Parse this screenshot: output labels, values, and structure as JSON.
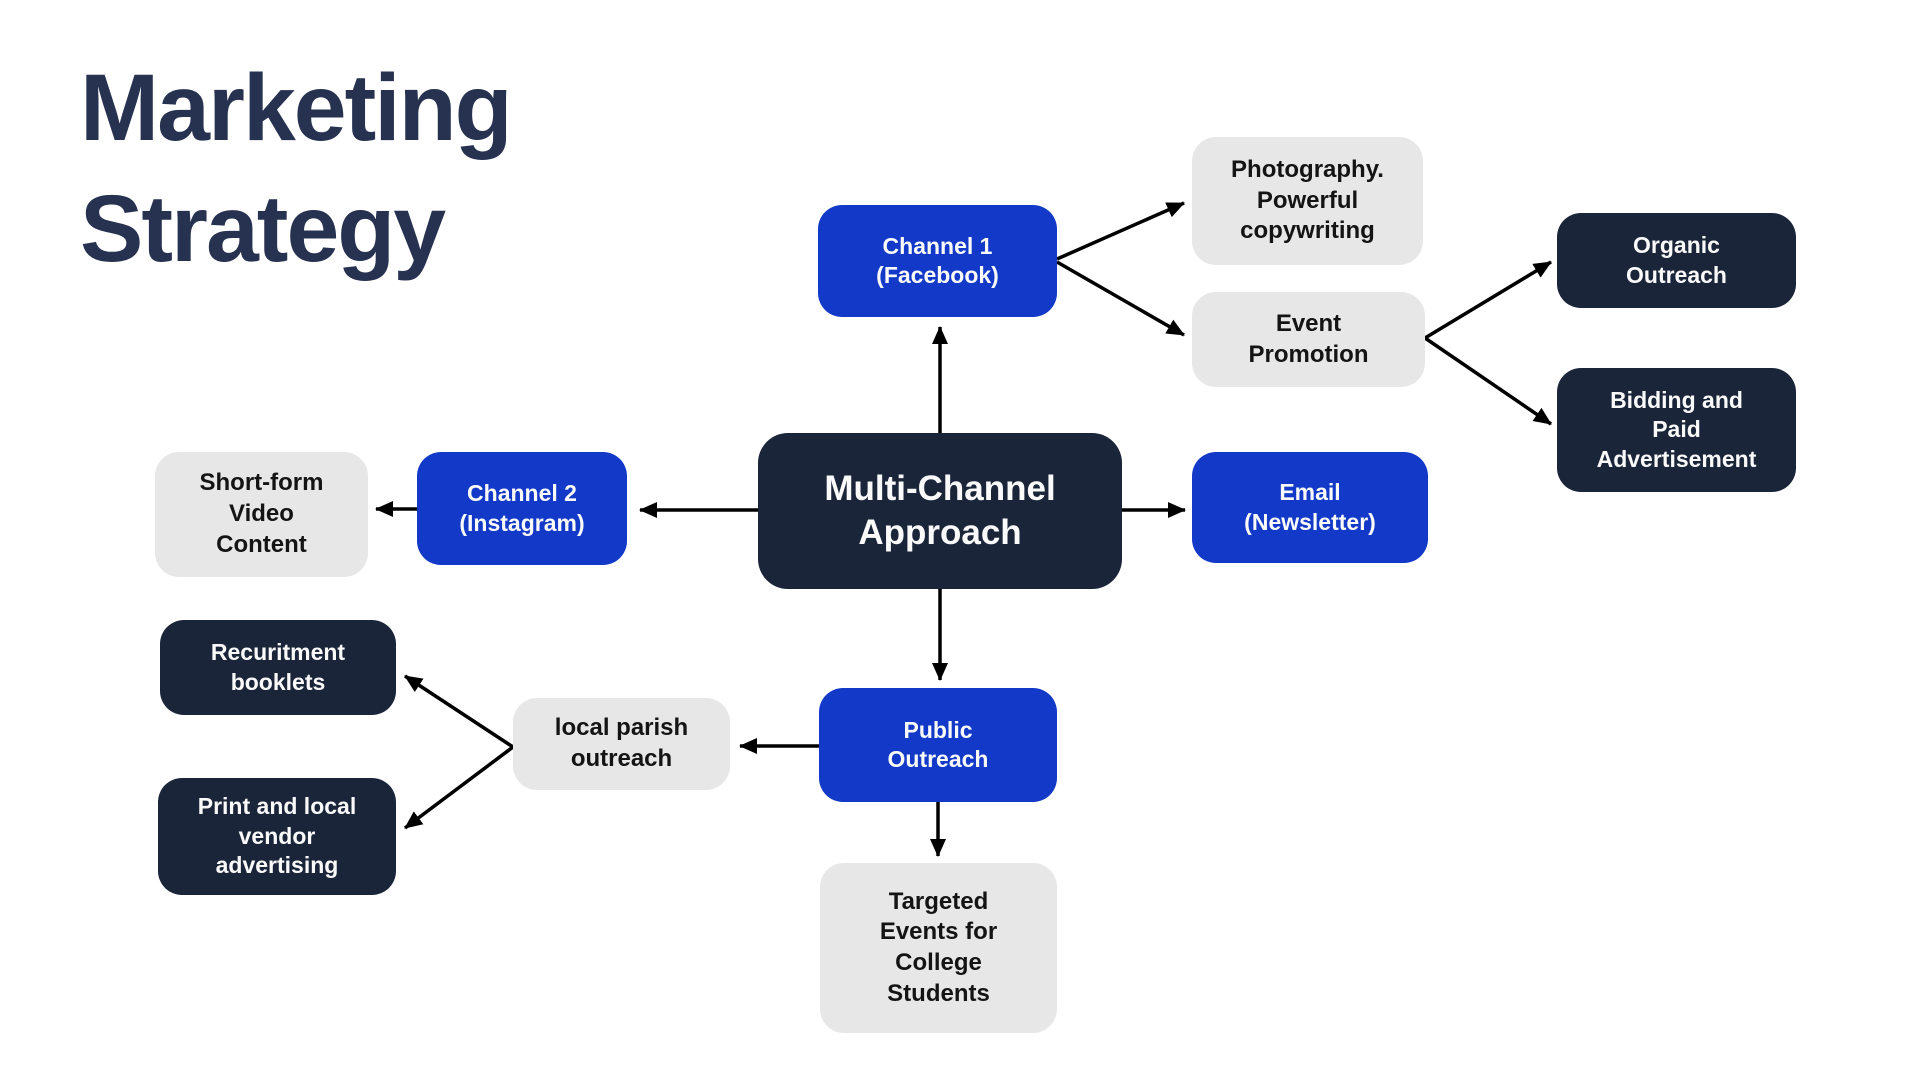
{
  "title": "Marketing\nStrategy",
  "colors": {
    "navy_box": "#1b2539",
    "blue_box": "#1239c7",
    "gray_box": "#e7e7e7",
    "title_text": "#273150",
    "box_text_light": "#fafafa",
    "box_text_dark": "#141414",
    "arrow": "#000000",
    "background": "#ffffff"
  },
  "nodes": {
    "center": {
      "label": "Multi-Channel\nApproach"
    },
    "channel1": {
      "label": "Channel 1\n(Facebook)"
    },
    "photography": {
      "label": "Photography.\nPowerful\ncopywriting"
    },
    "event_promotion": {
      "label": "Event\nPromotion"
    },
    "organic_outreach": {
      "label": "Organic\nOutreach"
    },
    "bidding_paid_ads": {
      "label": "Bidding and\nPaid\nAdvertisement"
    },
    "channel2": {
      "label": "Channel 2\n(Instagram)"
    },
    "short_form_video": {
      "label": "Short-form\nVideo\nContent"
    },
    "email": {
      "label": "Email\n(Newsletter)"
    },
    "recruitment_booklets": {
      "label": "Recuritment\nbooklets"
    },
    "local_parish": {
      "label": "local parish\noutreach"
    },
    "public_outreach": {
      "label": "Public\nOutreach"
    },
    "print_vendor_ads": {
      "label": "Print and local\nvendor\nadvertising"
    },
    "targeted_events": {
      "label": "Targeted\nEvents for\nCollege\nStudents"
    }
  }
}
